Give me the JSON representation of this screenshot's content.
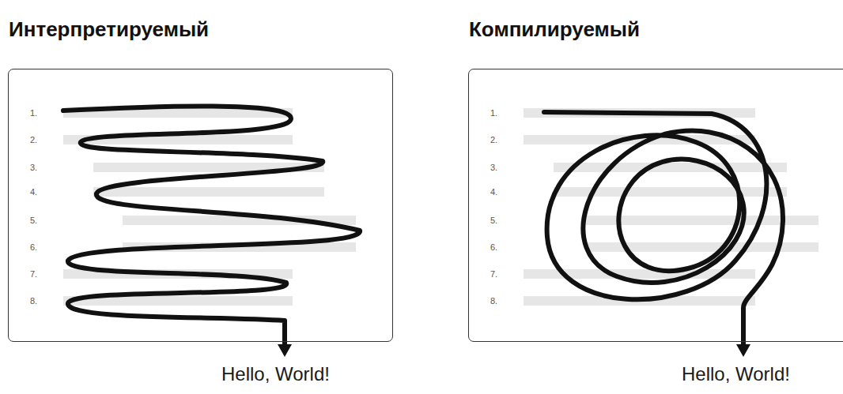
{
  "diagram": {
    "nodes": [
      {
        "text": [
          "Интерпретируемый"
        ]
      },
      {
        "text": [
          "Компилируемый"
        ]
      }
    ],
    "labels": [
      "1.",
      "2.",
      "3.",
      "4.",
      "5.",
      "6.",
      "7.",
      "8.",
      "Hello, World!",
      "1.",
      "2.",
      "3.",
      "4.",
      "5.",
      "6.",
      "7.",
      "8.",
      "Hello, World!"
    ]
  }
}
